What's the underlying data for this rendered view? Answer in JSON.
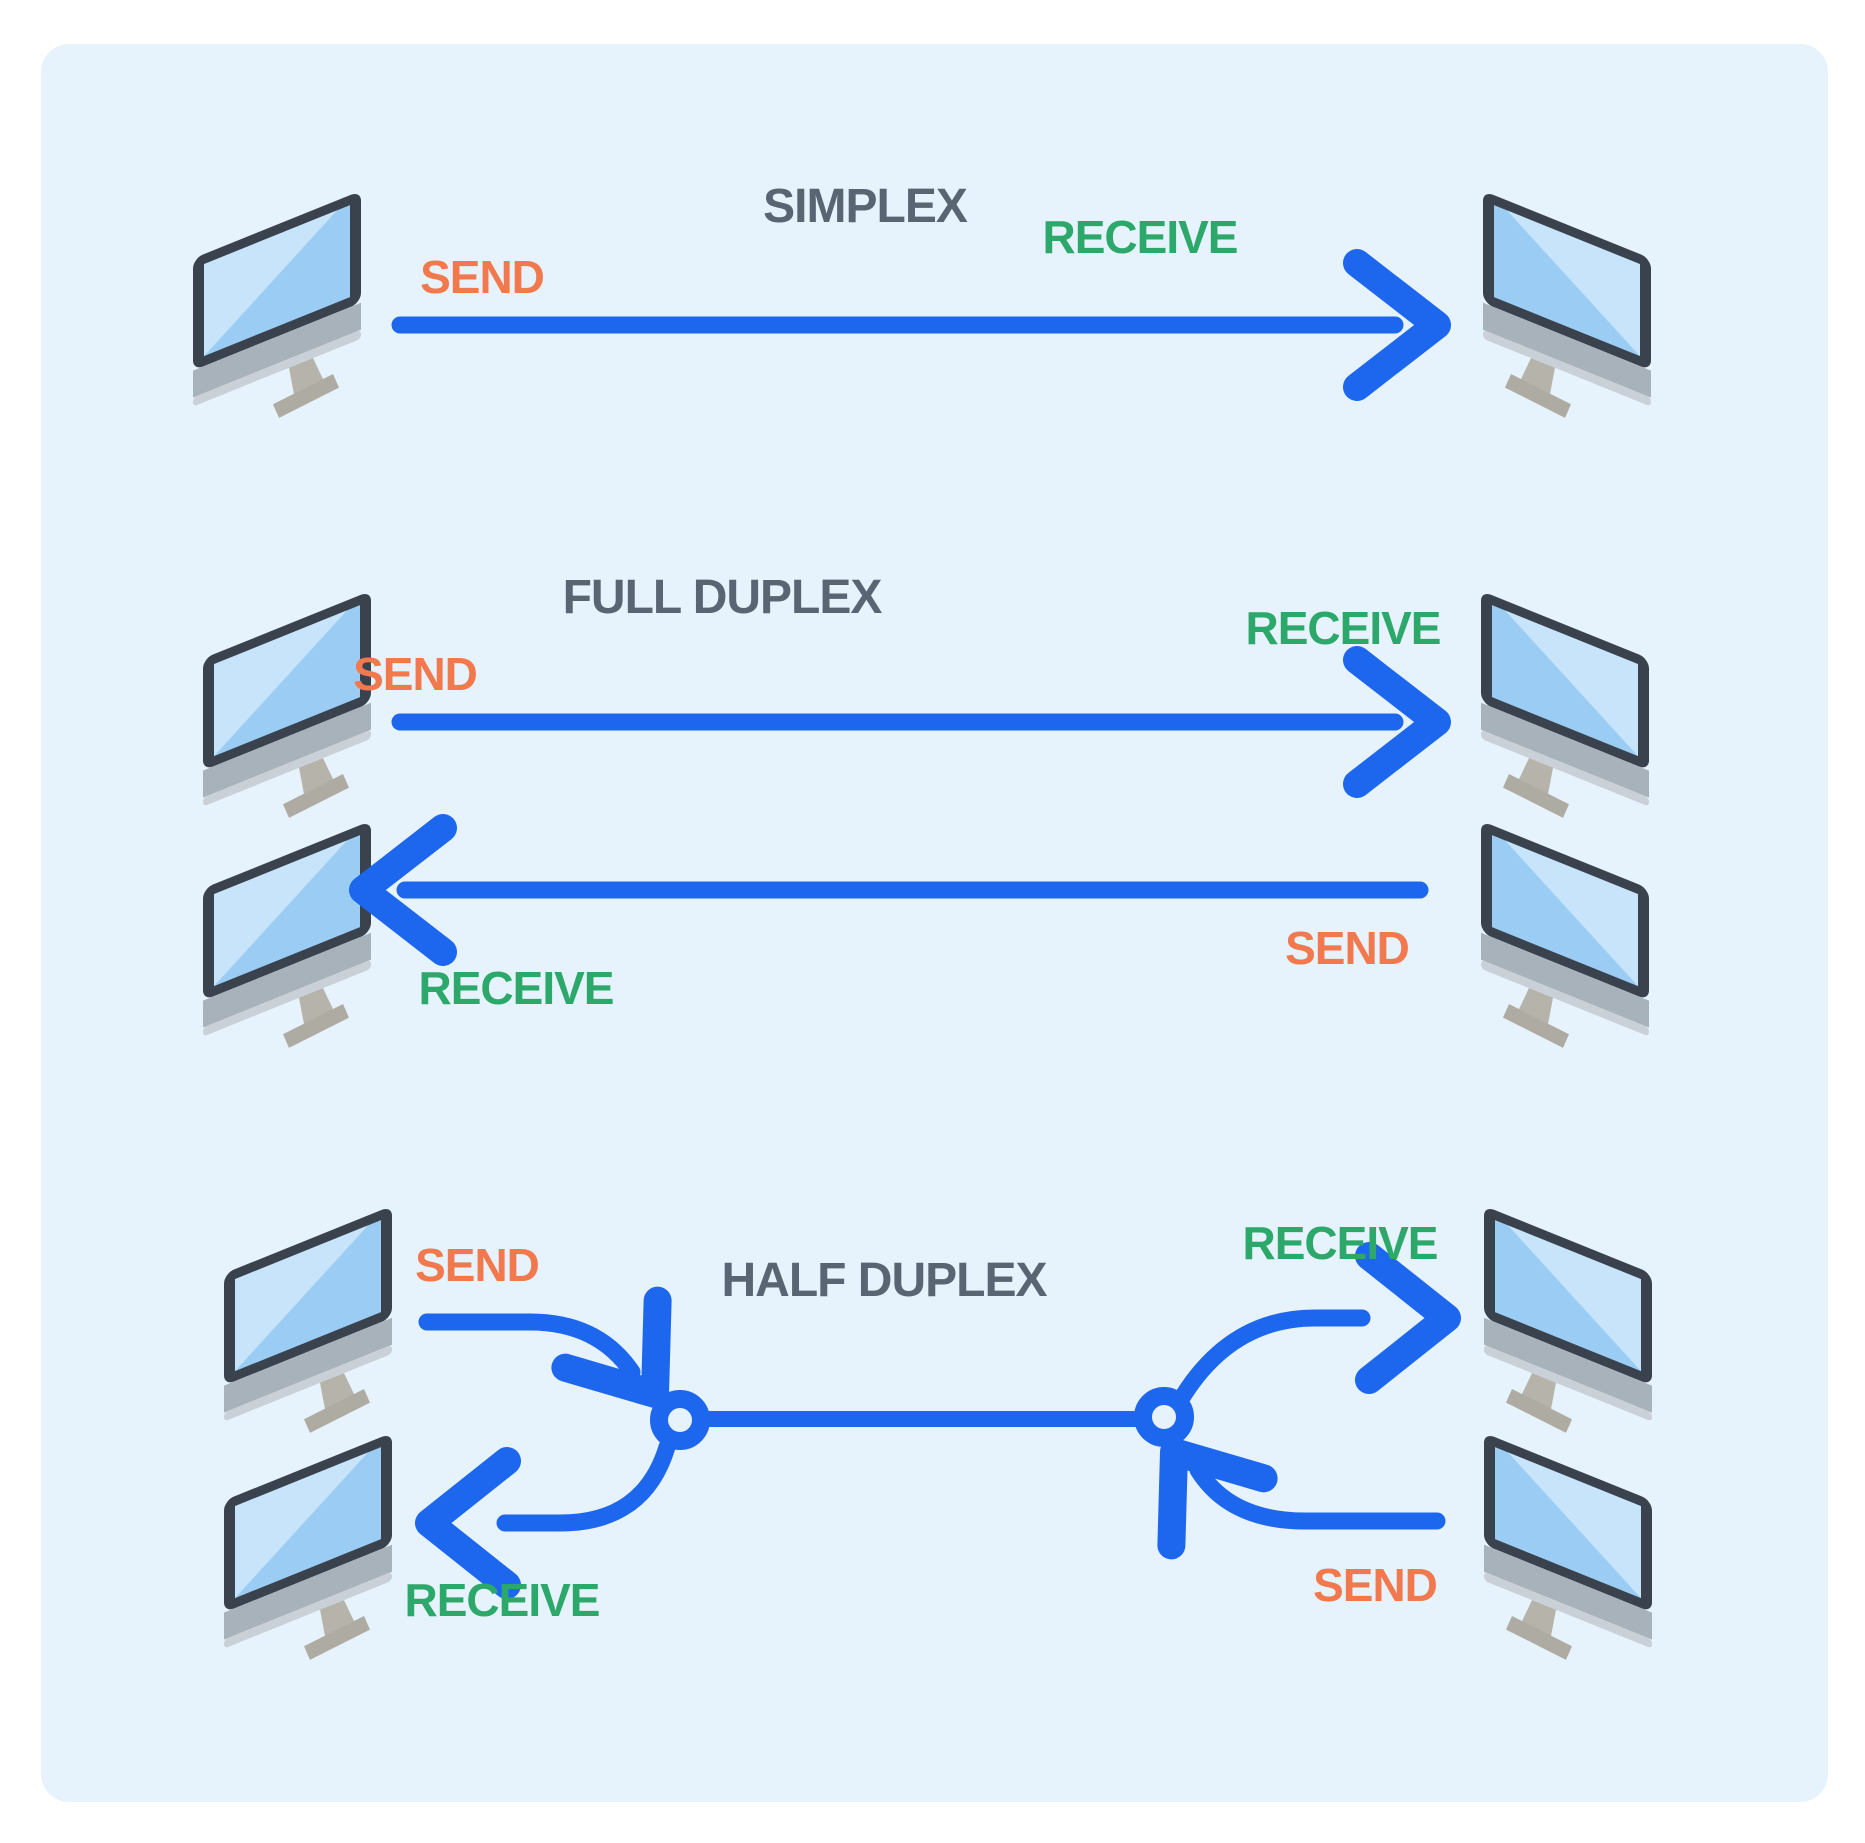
{
  "colors": {
    "canvas": "#ffffff",
    "panel": "#e6f2fc",
    "arrow": "#1d67ef",
    "title": "#5a6573",
    "send": "#f2794d",
    "receive": "#2ca86a",
    "monitor_frame": "#39424d",
    "monitor_screen": "#9bcdf4",
    "monitor_screen_highlight": "#c7e4fb",
    "monitor_chin": "#a8b2bb",
    "monitor_lip": "#c9d0d7",
    "monitor_stand": "#b6b4aa",
    "monitor_foot": "#aeaca2"
  },
  "diagram": {
    "simplex": {
      "title": "SIMPLEX",
      "send_label": "SEND",
      "receive_label": "RECEIVE"
    },
    "full_duplex": {
      "title": "FULL DUPLEX",
      "send_top_label": "SEND",
      "receive_top_label": "RECEIVE",
      "receive_bottom_label": "RECEIVE",
      "send_bottom_label": "SEND"
    },
    "half_duplex": {
      "title": "HALF DUPLEX",
      "send_left_label": "SEND",
      "receive_right_label": "RECEIVE",
      "receive_left_label": "RECEIVE",
      "send_right_label": "SEND"
    }
  }
}
